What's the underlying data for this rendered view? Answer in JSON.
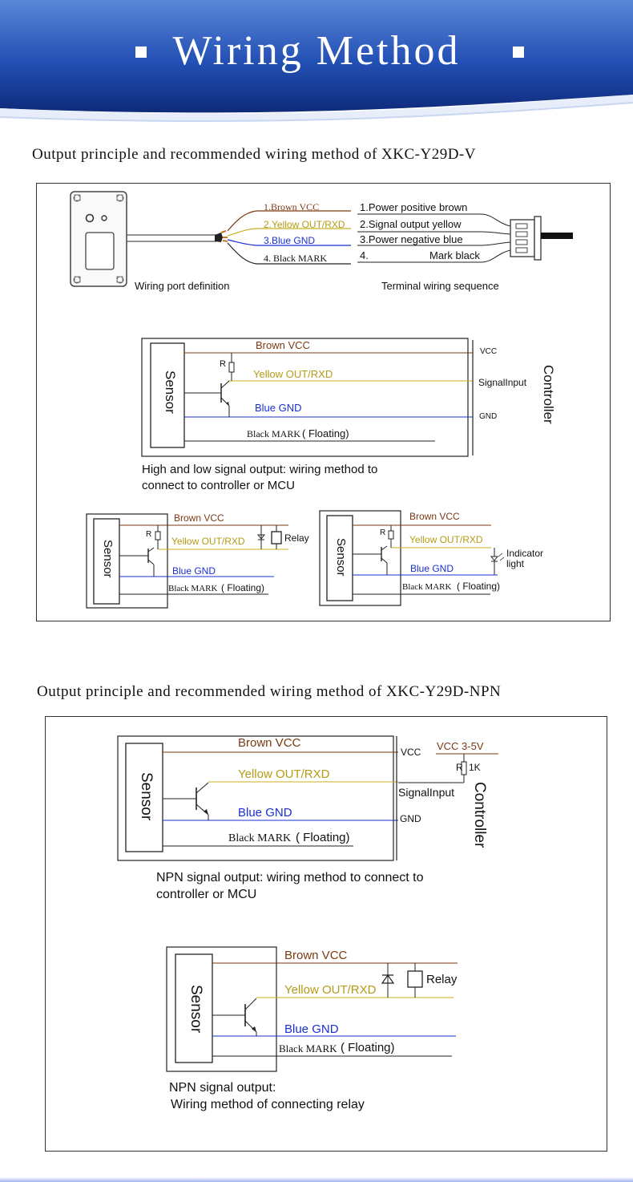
{
  "banner": {
    "title": "Wiring Method"
  },
  "section_v": {
    "title": "Output principle and recommended wiring method of XKC-Y29D-V",
    "wires_left": [
      "1.Brown VCC",
      "2.Yellow OUT/RXD",
      "3.Blue GND",
      "4. Black MARK"
    ],
    "wires_right": [
      "1.Power positive brown",
      "2.Signal output yellow",
      "3.Power negative blue",
      "4.",
      "Mark black"
    ],
    "port_caption": "Wiring port definition",
    "terminal_caption": "Terminal wiring sequence",
    "main": {
      "sensor": "Sensor",
      "r": "R",
      "brown": "Brown VCC",
      "yellow": "Yellow OUT/RXD",
      "blue": "Blue GND",
      "black_a": "Black MARK",
      "black_b": "( Floating)",
      "vcc": "VCC",
      "signal": "SignalInput",
      "gnd": "GND",
      "controller": "Controller",
      "caption_1": "High and low signal output: wiring method to",
      "caption_2": "connect to controller or MCU"
    },
    "relay": {
      "sensor": "Sensor",
      "r": "R",
      "brown": "Brown VCC",
      "yellow": "Yellow OUT/RXD",
      "blue": "Blue GND",
      "black_a": "Black MARK",
      "black_b": "( Floating)",
      "relay": "Relay"
    },
    "indicator": {
      "sensor": "Sensor",
      "r": "R",
      "brown": "Brown VCC",
      "yellow": "Yellow OUT/RXD",
      "blue": "Blue GND",
      "black_a": "Black MARK",
      "black_b": "( Floating)",
      "light_1": "Indicator",
      "light_2": "light"
    }
  },
  "section_npn": {
    "title": "Output principle and recommended wiring method of XKC-Y29D-NPN",
    "main": {
      "sensor": "Sensor",
      "brown": "Brown VCC",
      "yellow": "Yellow OUT/RXD",
      "blue": "Blue GND",
      "black_a": "Black MARK",
      "black_b": "( Floating)",
      "vcc": "VCC",
      "vcc_range": "VCC 3-5V",
      "r": "R",
      "r_value": "1K",
      "signal": "SignalInput",
      "gnd": "GND",
      "controller": "Controller",
      "caption_1": "NPN signal output: wiring method to connect to",
      "caption_2": "controller or MCU"
    },
    "relay": {
      "sensor": "Sensor",
      "brown": "Brown VCC",
      "yellow": "Yellow OUT/RXD",
      "blue": "Blue GND",
      "black_a": "Black MARK",
      "black_b": "( Floating)",
      "relay": "Relay",
      "caption_1": "NPN signal output:",
      "caption_2": "Wiring method of connecting relay"
    }
  },
  "colors": {
    "brown": "#7a3a12",
    "yellow": "#c8b020",
    "blue": "#1b2fd0",
    "black": "#222222",
    "banner_blue": "#1d3f9e"
  }
}
